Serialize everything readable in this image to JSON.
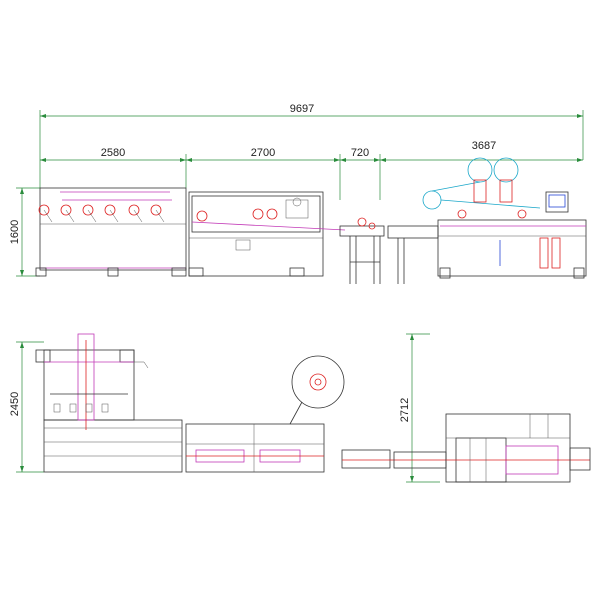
{
  "dimensions": {
    "total_length": "9697",
    "segment_1": "2580",
    "segment_2": "2700",
    "segment_3": "720",
    "segment_4": "3687",
    "front_height": "1600",
    "plan_width_left": "2450",
    "plan_width_right": "2712"
  },
  "colors": {
    "dimension": "#2a8c3c",
    "outline": "#333333",
    "accent_magenta": "#c23ab7",
    "accent_red": "#dd2222",
    "accent_cyan": "#1aa7c9",
    "accent_blue": "#2746d6"
  }
}
